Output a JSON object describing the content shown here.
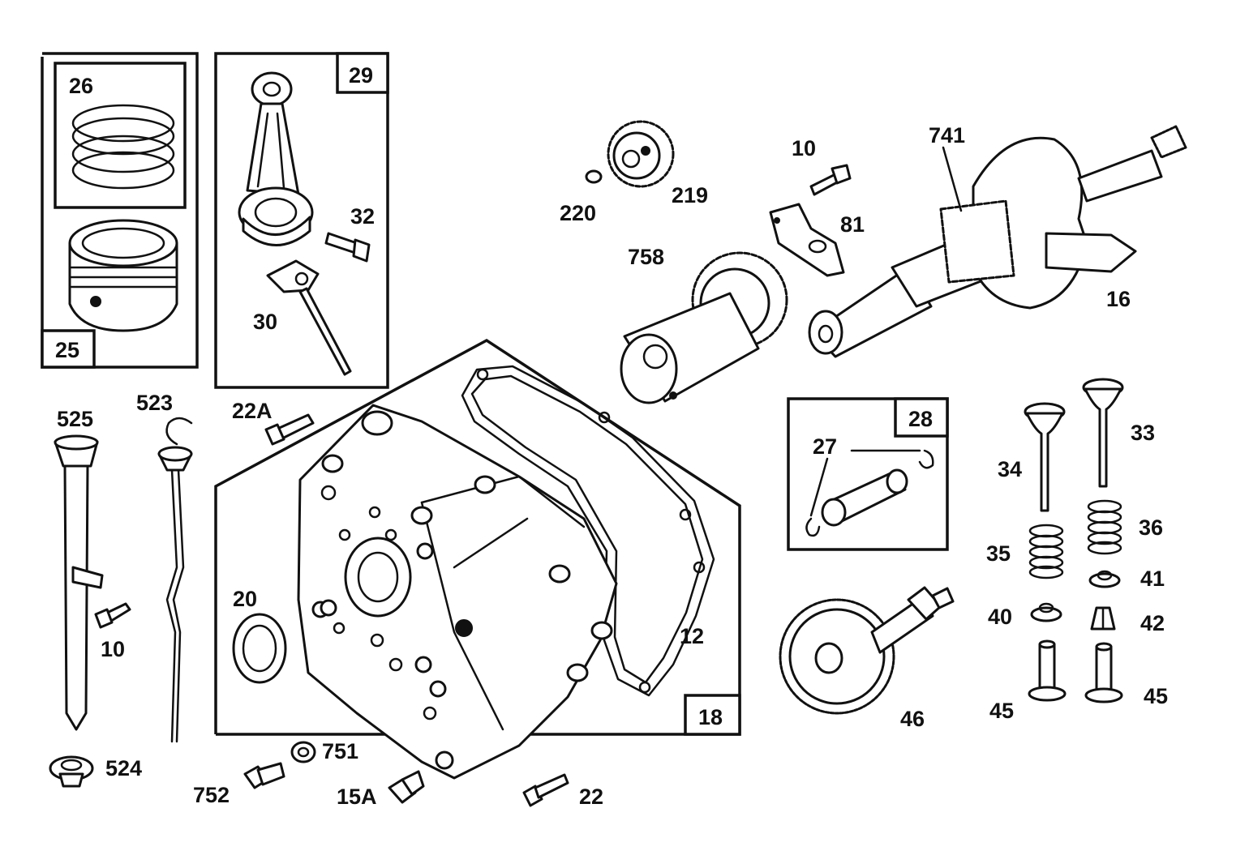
{
  "labels": {
    "p26": "26",
    "p25": "25",
    "p29": "29",
    "p32": "32",
    "p30": "30",
    "p22a": "22A",
    "p525": "525",
    "p523": "523",
    "p10a": "10",
    "p524": "524",
    "p20": "20",
    "p18": "18",
    "p12": "12",
    "p751": "751",
    "p752": "752",
    "p15a": "15A",
    "p22": "22",
    "p220": "220",
    "p219": "219",
    "p758": "758",
    "p10b": "10",
    "p81": "81",
    "p741": "741",
    "p16": "16",
    "p28": "28",
    "p27": "27",
    "p46": "46",
    "p34": "34",
    "p33": "33",
    "p35": "35",
    "p36": "36",
    "p41": "41",
    "p40": "40",
    "p42": "42",
    "p45a": "45",
    "p45b": "45"
  }
}
